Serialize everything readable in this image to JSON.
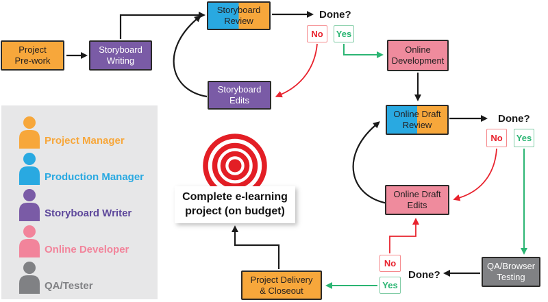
{
  "palette": {
    "orange": "#F7A73B",
    "blue": "#29A9E1",
    "purple": "#7A5BA6",
    "pink": "#EF8B9D",
    "gray": "#808184",
    "red": "#E8222D",
    "green": "#2BB573",
    "legend_background": "#E7E7E8",
    "node_border": "#2B2A29"
  },
  "flow": {
    "nodes": {
      "prework": {
        "label": "Project\nPre-work"
      },
      "storyboard_writing": {
        "label": "Storyboard\nWriting"
      },
      "storyboard_review": {
        "label": "Storyboard\nReview"
      },
      "storyboard_edits": {
        "label": "Storyboard\nEdits"
      },
      "online_development": {
        "label": "Online\nDevelopment"
      },
      "online_draft_review": {
        "label": "Online Draft\nReview"
      },
      "online_draft_edits": {
        "label": "Online Draft\nEdits"
      },
      "qa_testing": {
        "label": "QA/Browser\nTesting"
      },
      "delivery": {
        "label": "Project Delivery\n& Closeout"
      }
    },
    "decisions": {
      "done1": "Done?",
      "done2": "Done?",
      "done3": "Done?"
    },
    "answers": {
      "no": "No",
      "yes": "Yes"
    },
    "goal_label": "Complete e-learning\nproject (on budget)",
    "goal_icon": "bullseye-target"
  },
  "legend": {
    "items": [
      {
        "role": "Project Manager",
        "color": "#F7A73B"
      },
      {
        "role": "Production Manager",
        "color": "#29A9E1"
      },
      {
        "role": "Storyboard Writer",
        "color": "#5E489B"
      },
      {
        "role": "Online Developer",
        "color": "#F2849B"
      },
      {
        "role": "QA/Tester",
        "color": "#808184"
      }
    ]
  }
}
